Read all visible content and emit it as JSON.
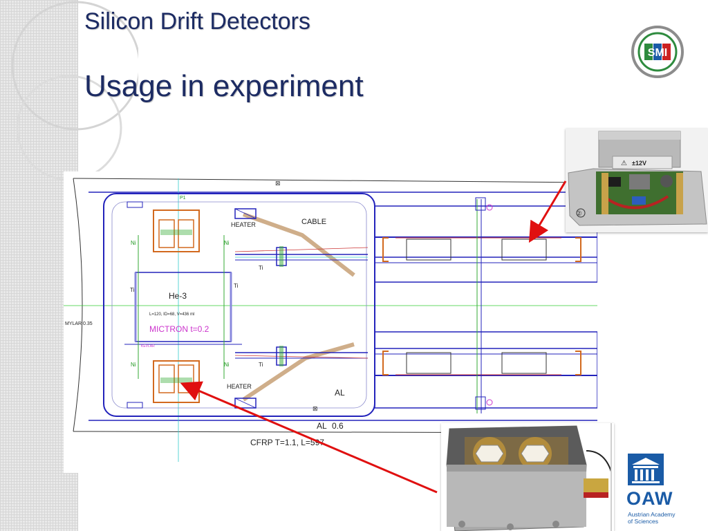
{
  "slide": {
    "title": "Silicon Drift Detectors",
    "subtitle": "Usage in experiment"
  },
  "logos": {
    "smi_text": "SMI",
    "oaw_word": "OAW",
    "oaw_org_line1": "Austrian Academy",
    "oaw_org_line2": "of Sciences"
  },
  "drawing_labels": {
    "heater_top": "HEATER",
    "heater_bottom": "HEATER",
    "cable": "CABLE",
    "he3": "He-3",
    "dims": "L=120, ID=68, V=436 ml",
    "mictron": "MICTRON  t=0.2",
    "kevlar": "KEVLAR",
    "mylar": "MYLAR 0.35",
    "ni_tl": "Ni",
    "ni_tr": "Ni",
    "ni_bl": "Ni",
    "ni_br": "Ni",
    "ti_left": "Ti",
    "ti_right": "Ti",
    "ti_cable_top": "Ti",
    "ti_cable_bottom": "Ti",
    "al_inner": "AL",
    "al_outer": "AL",
    "al_thickness": "0.6",
    "cfrp": "CFRP  T=1.1,  L=597",
    "p1": "P1"
  },
  "photo_labels": {
    "voltage": "±12V",
    "circle_num": "②"
  },
  "colors": {
    "title": "#1c2b63",
    "drawing_blue": "#1a1ab8",
    "drawing_orange": "#d2691e",
    "arrow_red": "#e01010",
    "oaw_blue": "#1a5ba6"
  }
}
